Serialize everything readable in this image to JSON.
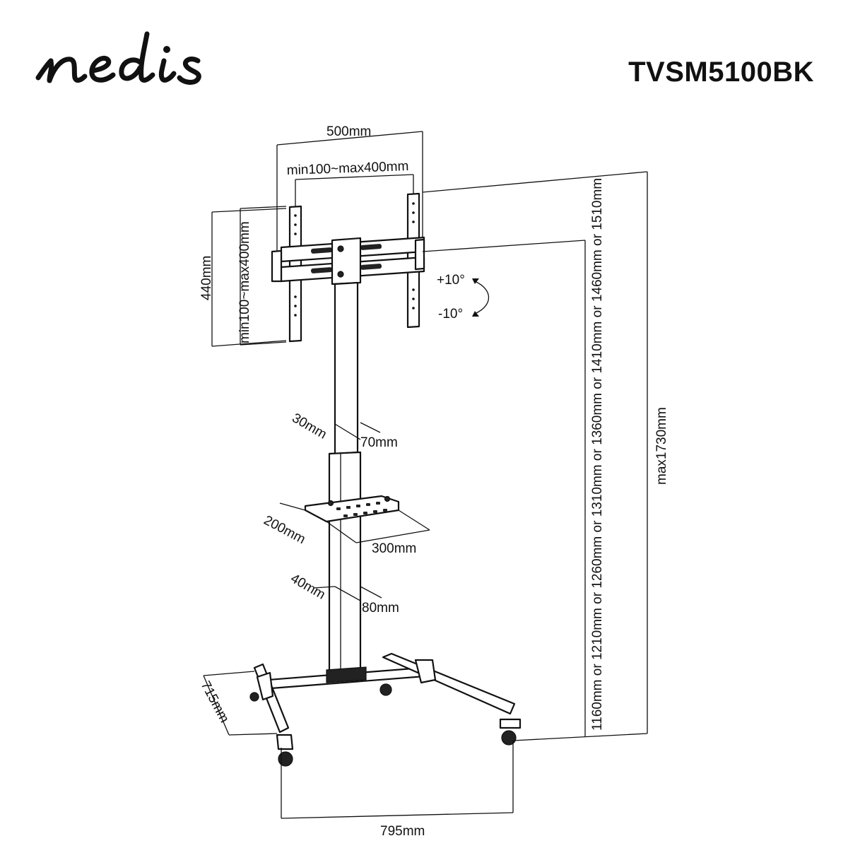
{
  "brand": {
    "logo_text": "nedis",
    "model": "TVSM5100BK"
  },
  "dimensions": {
    "width_500": "500mm",
    "vesa_horizontal": "min100~max400mm",
    "height_440": "440mm",
    "vesa_vertical": "min100~max400mm",
    "tilt_up": "+10°",
    "tilt_down": "-10°",
    "pole_top_depth": "30mm",
    "pole_top_width": "70mm",
    "shelf_depth": "200mm",
    "shelf_width": "300mm",
    "pole_bottom_depth": "40mm",
    "pole_bottom_width": "80mm",
    "base_depth": "715mm",
    "base_width": "795mm",
    "max_height": "max1730mm",
    "height_options": "1160mm or 1210mm or 1260mm or 1310mm or 1360mm or 1410mm or 1460mm or 1510mm"
  }
}
